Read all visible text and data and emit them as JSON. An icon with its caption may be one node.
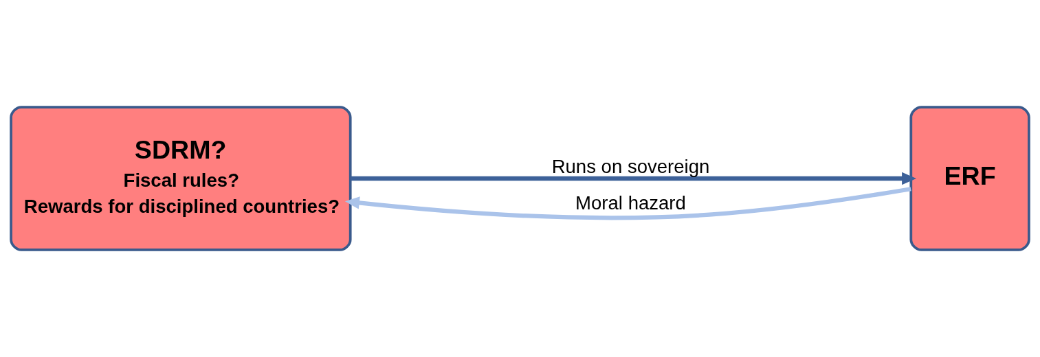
{
  "diagram": {
    "nodes": [
      {
        "text": [
          "SDRM?",
          "Fiscal rules?",
          "Rewards for disciplined countries?"
        ]
      },
      {
        "text": [
          "ERF"
        ]
      }
    ],
    "edges": [
      {
        "from": 0,
        "to": 1,
        "arrow": "to",
        "label": "Runs on sovereign",
        "color": "#3d6199"
      },
      {
        "from": 1,
        "to": 0,
        "arrow": "to",
        "label": "Moral hazard",
        "color": "#aac3ea"
      }
    ]
  }
}
